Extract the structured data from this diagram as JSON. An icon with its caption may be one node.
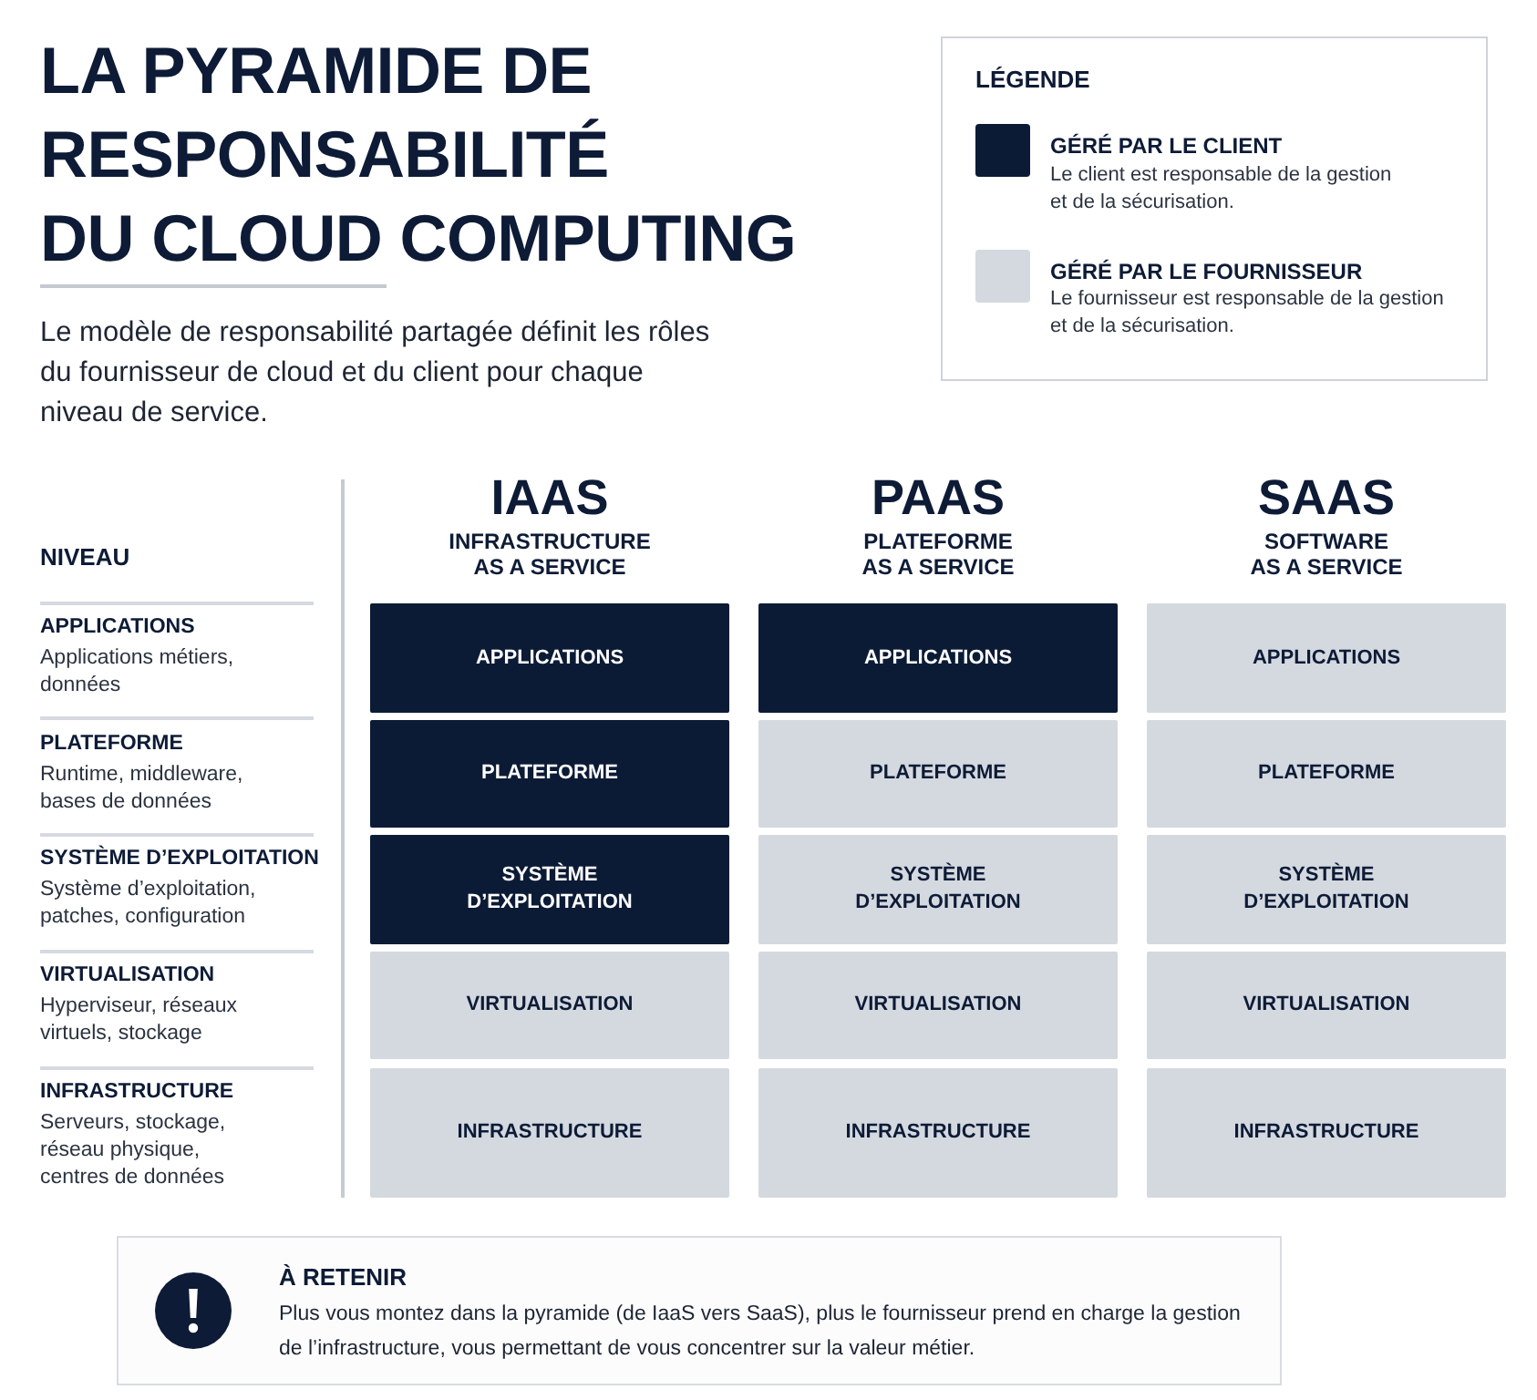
{
  "diagram": {
    "title": "LA PYRAMIDE DE RESPONSABILITÉ DU CLOUD COMPUTING",
    "nodes": [
      {
        "text": [
          "APPLICATIONS"
        ]
      },
      {
        "text": [
          "APPLICATIONS"
        ]
      },
      {
        "text": [
          "APPLICATIONS"
        ]
      },
      {
        "text": [
          "PLATEFORME"
        ]
      },
      {
        "text": [
          "PLATEFORME"
        ]
      },
      {
        "text": [
          "PLATEFORME"
        ]
      },
      {
        "text": [
          "SYSTÈME D’EXPLOITATION"
        ]
      },
      {
        "text": [
          "SYSTÈME D’EXPLOITATION"
        ]
      },
      {
        "text": [
          "SYSTÈME D’EXPLOITATION"
        ]
      },
      {
        "text": [
          "VIRTUALISATION"
        ]
      },
      {
        "text": [
          "VIRTUALISATION"
        ]
      },
      {
        "text": [
          "VIRTUALISATION"
        ]
      },
      {
        "text": [
          "INFRASTRUCTURE"
        ]
      },
      {
        "text": [
          "INFRASTRUCTURE"
        ]
      },
      {
        "text": [
          "INFRASTRUCTURE"
        ]
      },
      {
        "text": [
          "À RETENIR",
          "Plus vous montez dans la pyramide (de IaaS vers SaaS), plus le fournisseur prend en charge la gestion de l’infrastructure, vous permettant de vous concentrer sur la valeur métier."
        ]
      }
    ],
    "labels": [
      "Le modèle de responsabilité partagée définit les rôles du fournisseur de cloud et du client pour chaque niveau de service.",
      "LÉGENDE",
      "Le client est responsable de la gestion et de la sécurisation.",
      "Le fournisseur est responsable de la gestion et de la sécurisation.",
      "IAAS",
      "INFRASTRUCTURE AS A SERVICE",
      "PAAS",
      "PLATEFORME AS A SERVICE",
      "SAAS",
      "SOFTWARE AS A SERVICE",
      "NIVEAU",
      "APPLICATIONS",
      "Applications métiers, données",
      "PLATEFORME",
      "Runtime, middleware, bases de données",
      "SYSTÈME D’EXPLOITATION",
      "Système d’exploitation, patches, configuration",
      "VIRTUALISATION",
      "Hyperviseur, réseaux virtuels, stockage",
      "INFRASTRUCTURE",
      "Serveurs, stockage, réseau physique, centres de données"
    ],
    "legend": [
      {
        "text": "GÉRÉ PAR LE CLIENT",
        "color": "#0c1b35"
      },
      {
        "text": "GÉRÉ PAR LE FOURNISSEUR",
        "color": "#d4d9e0"
      }
    ]
  }
}
